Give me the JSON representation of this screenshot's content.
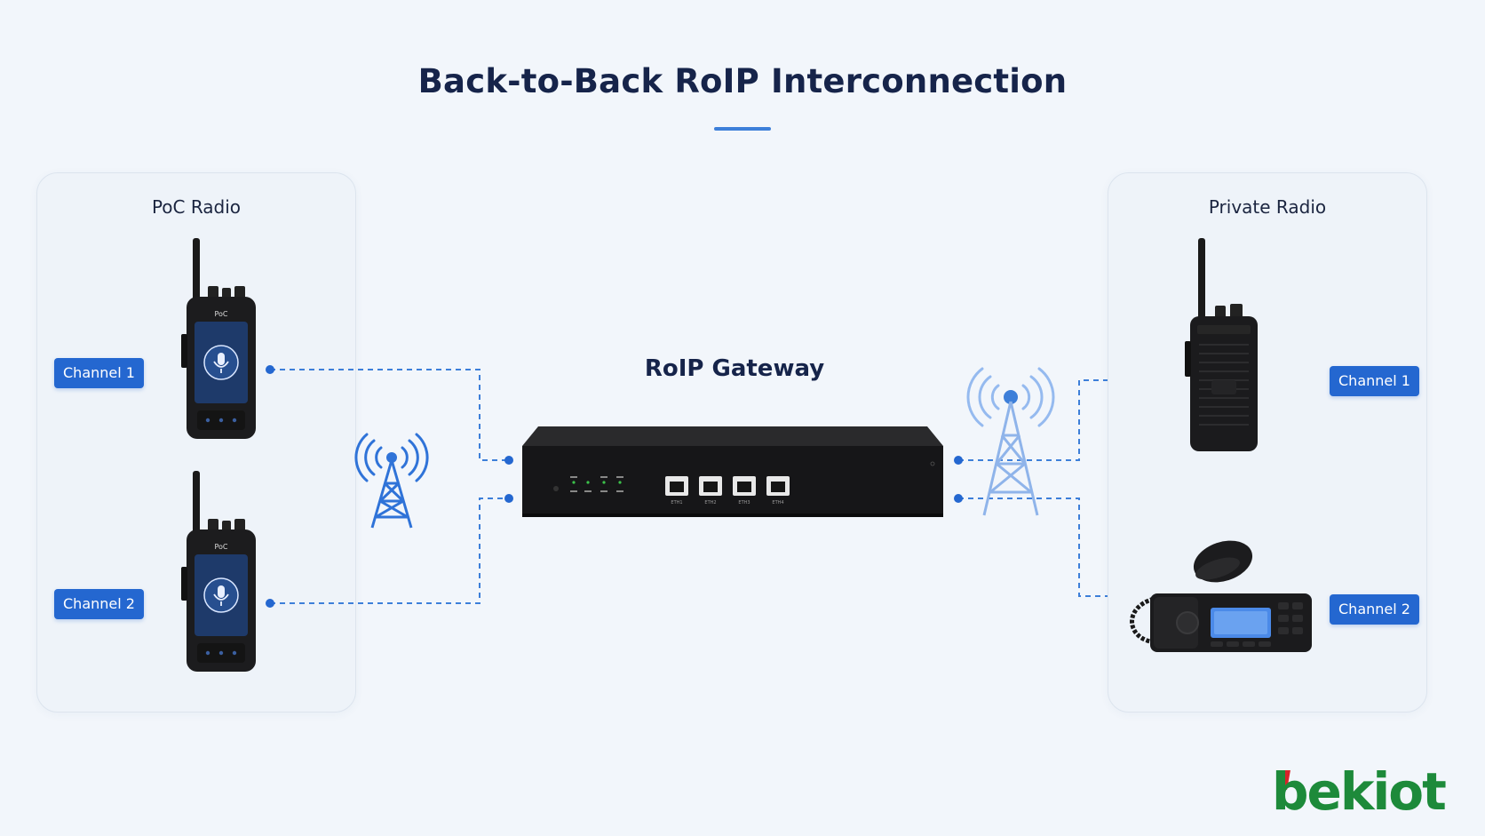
{
  "title": "Back-to-Back RoIP Interconnection",
  "left_panel": {
    "title": "PoC Radio",
    "channel1": "Channel 1",
    "channel2": "Channel 2",
    "device_label": "PoC"
  },
  "right_panel": {
    "title": "Private Radio",
    "channel1": "Channel 1",
    "channel2": "Channel 2"
  },
  "gateway": {
    "label": "RoIP Gateway",
    "ports": [
      "ETH1",
      "ETH2",
      "ETH3",
      "ETH4"
    ]
  },
  "logo": {
    "text": "bekiot"
  },
  "colors": {
    "accent": "#2467d0",
    "dashed_line": "#3d7fd9",
    "background": "#f2f6fb",
    "logo_green": "#1d8a3a",
    "logo_red": "#d8232a"
  }
}
